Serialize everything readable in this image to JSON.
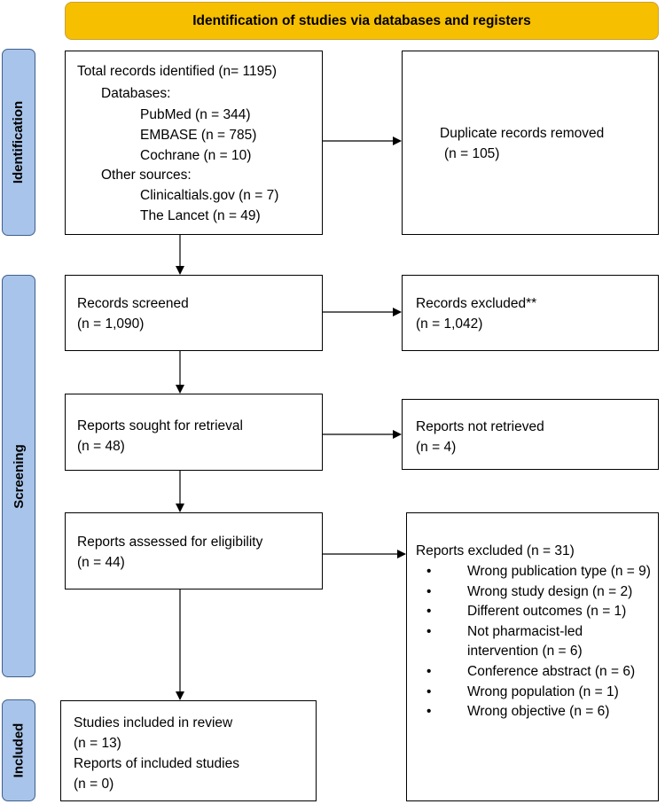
{
  "header": {
    "title": "Identification of studies via databases and registers"
  },
  "phases": {
    "identification": "Identification",
    "screening": "Screening",
    "included": "Included"
  },
  "identification": {
    "total": "Total records identified (n= 1195)",
    "databases_label": "Databases:",
    "pubmed": "PubMed (n = 344)",
    "embase": "EMBASE (n = 785)",
    "cochrane": "Cochrane (n = 10)",
    "other_label": "Other sources:",
    "clinicaltrials": "Clinicaltials.gov (n = 7)",
    "lancet": "The Lancet (n = 49)"
  },
  "duplicates": {
    "line1": "Duplicate records removed",
    "line2": "(n = 105)"
  },
  "screened": {
    "line1": "Records screened",
    "line2": "(n = 1,090)"
  },
  "excluded": {
    "line1": "Records excluded**",
    "line2": "(n = 1,042)"
  },
  "sought": {
    "line1": "Reports sought for retrieval",
    "line2": "(n = 48)"
  },
  "not_retrieved": {
    "line1": "Reports not retrieved",
    "line2": "(n = 4)"
  },
  "assessed": {
    "line1": "Reports assessed for eligibility",
    "line2": "(n = 44)"
  },
  "reports_excluded": {
    "title": "Reports excluded (n = 31)",
    "bullet": "•",
    "items": [
      "Wrong publication type (n = 9)",
      "Wrong study design (n = 2)",
      "Different outcomes (n = 1)",
      "Not pharmacist-led intervention (n = 6)",
      "Conference abstract (n = 6)",
      "Wrong population (n = 1)",
      "Wrong objective (n = 6)"
    ]
  },
  "included": {
    "line1": "Studies included in review",
    "line2": "(n = 13)",
    "line3": "Reports of included studies",
    "line4": "(n = 0)"
  }
}
